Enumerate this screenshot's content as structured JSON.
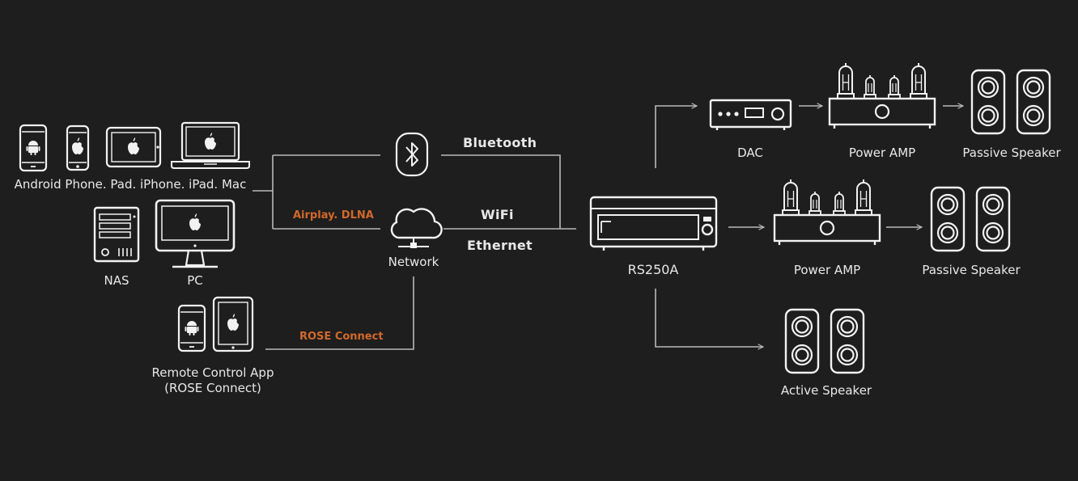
{
  "colors": {
    "background": "#1e1e1e",
    "line": "#b9b9b9",
    "icon": "#f2f2f2",
    "text": "#e8e8e8",
    "accent": "#d2692b"
  },
  "sources": {
    "mobile_devices_label": "Android Phone. Pad. iPhone. iPad. Mac",
    "nas_label": "NAS",
    "pc_label": "PC",
    "remote_app_label": "Remote Control App",
    "remote_app_sublabel": "(ROSE Connect)"
  },
  "connections": {
    "bluetooth": "Bluetooth",
    "airplay_dlna": "Airplay. DLNA",
    "wifi": "WiFi",
    "ethernet": "Ethernet",
    "network": "Network",
    "rose_connect": "ROSE Connect"
  },
  "player": {
    "label": "RS250A"
  },
  "outputs": {
    "dac": "DAC",
    "power_amp_1": "Power AMP",
    "passive_speaker_1": "Passive Speaker",
    "power_amp_2": "Power AMP",
    "passive_speaker_2": "Passive Speaker",
    "active_speaker": "Active Speaker"
  },
  "icons": [
    "android-phone-icon",
    "iphone-icon",
    "ipad-icon",
    "macbook-icon",
    "nas-icon",
    "pc-monitor-icon",
    "android-phone-icon",
    "ipad-icon",
    "bluetooth-icon",
    "cloud-network-icon",
    "streamer-icon",
    "dac-icon",
    "tube-amp-icon",
    "speaker-icon"
  ]
}
